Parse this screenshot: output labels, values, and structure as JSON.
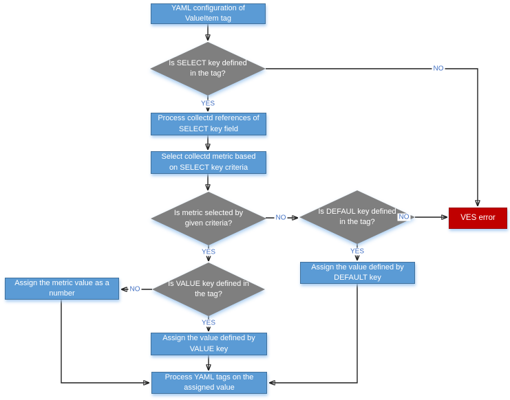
{
  "diagram": {
    "type": "flowchart",
    "colors": {
      "process_fill": "#5B9BD5",
      "process_border": "#41719C",
      "decision_fill": "#7F7F7F",
      "error_fill": "#C00000",
      "error_border": "#9C0000",
      "label_color": "#4472C4",
      "line_color": "#1f1f1f"
    },
    "nodes": [
      {
        "id": "yaml-config",
        "type": "process",
        "label": "YAML configuration of ValueItem tag"
      },
      {
        "id": "select-key-decision",
        "type": "decision",
        "label": "Is SELECT key defined in the tag?"
      },
      {
        "id": "process-references",
        "type": "process",
        "label": "Process collectd references of SELECT key field"
      },
      {
        "id": "select-metric",
        "type": "process",
        "label": "Select collectd metric based on SELECT key criteria"
      },
      {
        "id": "metric-selected-decision",
        "type": "decision",
        "label": "Is metric selected by given criteria?"
      },
      {
        "id": "default-key-decision",
        "type": "decision",
        "label": "Is DEFAUL key defined in the tag?"
      },
      {
        "id": "ves-error",
        "type": "error",
        "label": "VES error"
      },
      {
        "id": "assign-default",
        "type": "process",
        "label": "Assign the value defined by DEFAULT key"
      },
      {
        "id": "value-key-decision",
        "type": "decision",
        "label": "Is VALUE key defined in the tag?"
      },
      {
        "id": "assign-metric-number",
        "type": "process",
        "label": "Assign the metric value as a number"
      },
      {
        "id": "assign-value",
        "type": "process",
        "label": "Assign the value defined by VALUE key"
      },
      {
        "id": "process-yaml-tags",
        "type": "process",
        "label": "Process YAML tags on the assigned value"
      }
    ],
    "edges": [
      {
        "from": "yaml-config",
        "to": "select-key-decision",
        "label": ""
      },
      {
        "from": "select-key-decision",
        "to": "ves-error",
        "label": "NO"
      },
      {
        "from": "select-key-decision",
        "to": "process-references",
        "label": "YES"
      },
      {
        "from": "process-references",
        "to": "select-metric",
        "label": ""
      },
      {
        "from": "select-metric",
        "to": "metric-selected-decision",
        "label": ""
      },
      {
        "from": "metric-selected-decision",
        "to": "default-key-decision",
        "label": "NO"
      },
      {
        "from": "metric-selected-decision",
        "to": "value-key-decision",
        "label": "YES"
      },
      {
        "from": "default-key-decision",
        "to": "ves-error",
        "label": "NO"
      },
      {
        "from": "default-key-decision",
        "to": "assign-default",
        "label": "YES"
      },
      {
        "from": "assign-default",
        "to": "process-yaml-tags",
        "label": ""
      },
      {
        "from": "value-key-decision",
        "to": "assign-metric-number",
        "label": "NO"
      },
      {
        "from": "value-key-decision",
        "to": "assign-value",
        "label": "YES"
      },
      {
        "from": "assign-value",
        "to": "process-yaml-tags",
        "label": ""
      },
      {
        "from": "assign-metric-number",
        "to": "process-yaml-tags",
        "label": ""
      }
    ]
  }
}
